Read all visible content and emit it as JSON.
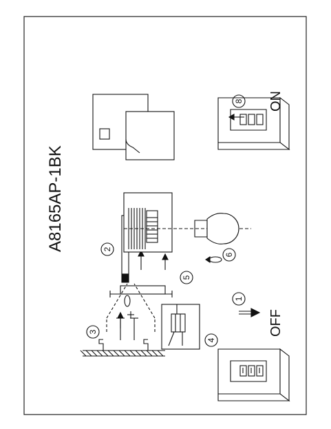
{
  "title": "A8165AP-1BK",
  "steps": [
    {
      "num": "1",
      "text": "OFF"
    },
    {
      "num": "2",
      "text": ""
    },
    {
      "num": "3",
      "text": ""
    },
    {
      "num": "4",
      "text": ""
    },
    {
      "num": "5",
      "text": ""
    },
    {
      "num": "6",
      "text": ""
    },
    {
      "num": "8",
      "text": "ON"
    }
  ]
}
